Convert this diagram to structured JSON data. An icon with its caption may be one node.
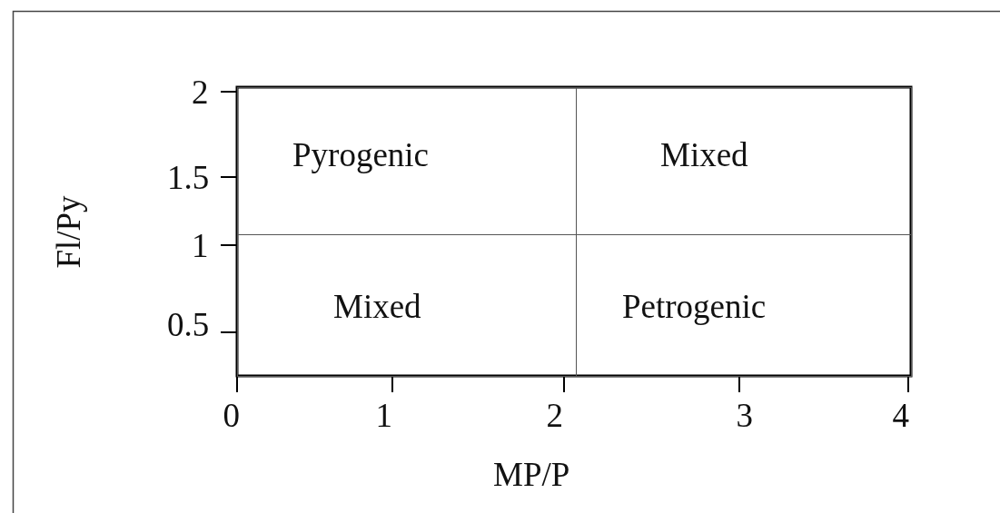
{
  "diagram": {
    "nodes": [
      {
        "text": [
          "Pyrogenic"
        ]
      },
      {
        "text": [
          "Mixed"
        ]
      },
      {
        "text": [
          "Mixed"
        ]
      },
      {
        "text": [
          "Petrogenic"
        ]
      }
    ],
    "labels": [
      "2",
      "1.5",
      "1",
      "0.5",
      "Fl/Py",
      "0",
      "1",
      "2",
      "3",
      "4",
      "MP/P"
    ]
  }
}
